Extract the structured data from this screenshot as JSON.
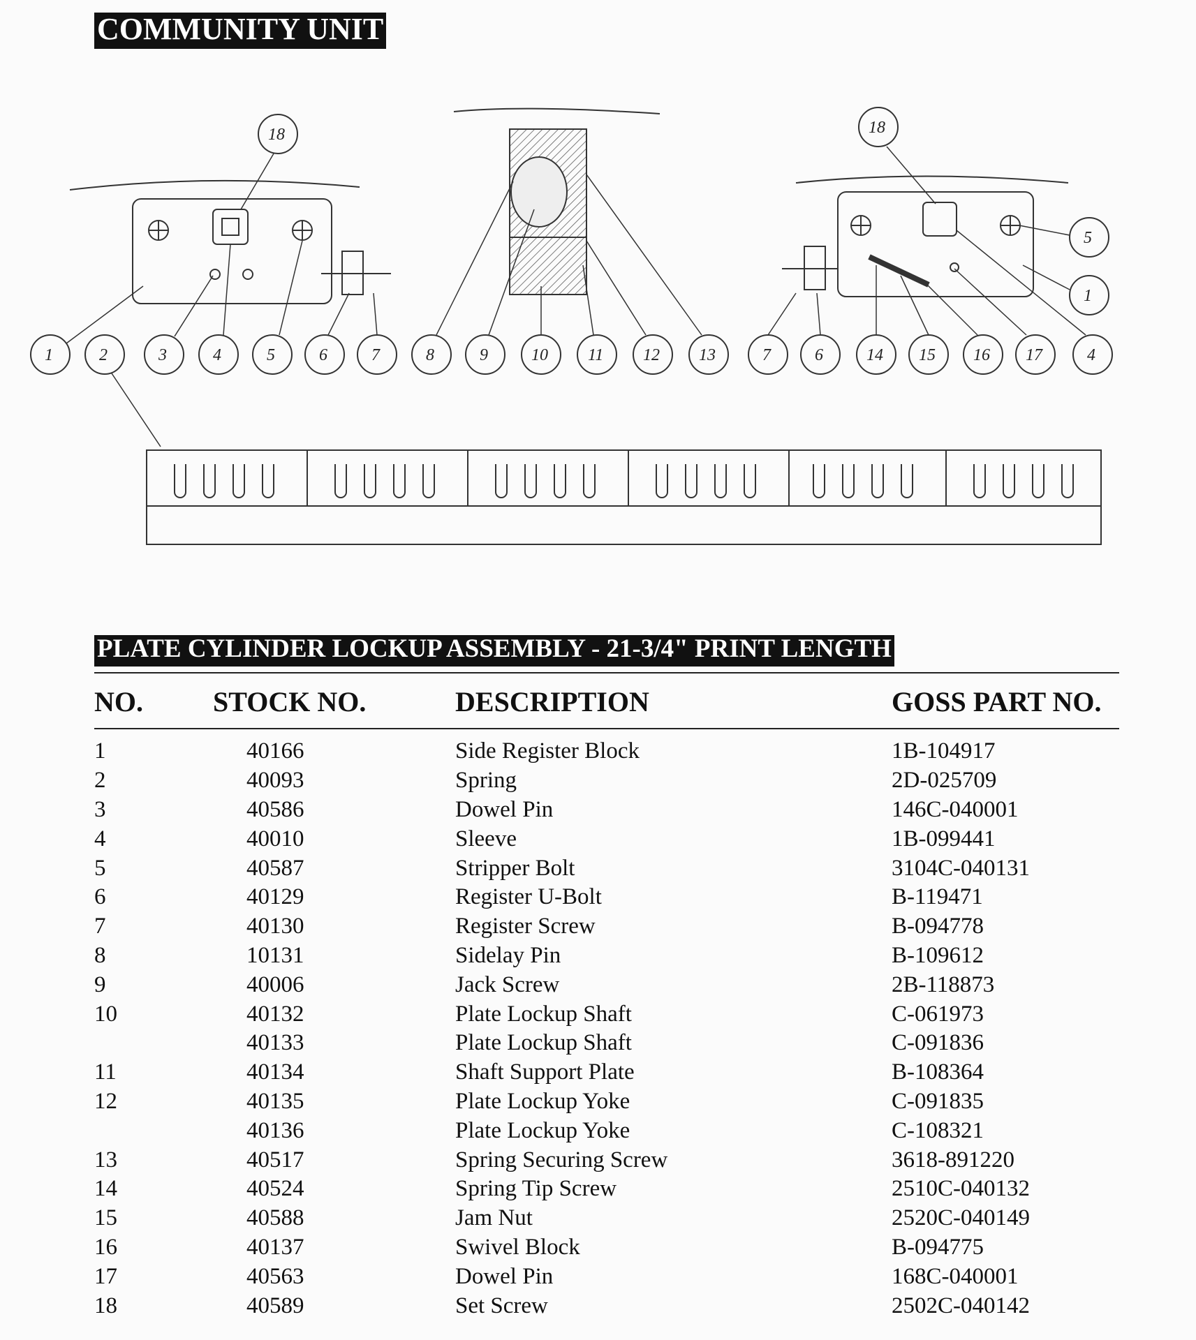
{
  "unit_banner": "COMMUNITY UNIT",
  "assembly_banner": "PLATE CYLINDER LOCKUP ASSEMBLY - 21-3/4\" PRINT LENGTH",
  "diagram": {
    "callouts_row": [
      "1",
      "2",
      "3",
      "4",
      "5",
      "6",
      "7",
      "8",
      "9",
      "10",
      "11",
      "12",
      "13",
      "7",
      "6",
      "14",
      "15",
      "16",
      "17",
      "4"
    ],
    "callout_left_top": "18",
    "callout_right_top": "18",
    "callout_right_side": [
      "5",
      "1"
    ]
  },
  "table": {
    "headers": {
      "no": "NO.",
      "stock": "STOCK NO.",
      "description": "DESCRIPTION",
      "goss": "GOSS PART NO."
    },
    "rows": [
      {
        "no": "1",
        "stock": "40166",
        "description": "Side Register Block",
        "goss": "1B-104917"
      },
      {
        "no": "2",
        "stock": "40093",
        "description": "Spring",
        "goss": "2D-025709"
      },
      {
        "no": "3",
        "stock": "40586",
        "description": "Dowel Pin",
        "goss": "146C-040001"
      },
      {
        "no": "4",
        "stock": "40010",
        "description": "Sleeve",
        "goss": "1B-099441"
      },
      {
        "no": "5",
        "stock": "40587",
        "description": "Stripper Bolt",
        "goss": "3104C-040131"
      },
      {
        "no": "6",
        "stock": "40129",
        "description": "Register U-Bolt",
        "goss": "B-119471"
      },
      {
        "no": "7",
        "stock": "40130",
        "description": "Register Screw",
        "goss": "B-094778"
      },
      {
        "no": "8",
        "stock": "10131",
        "description": "Sidelay Pin",
        "goss": "B-109612"
      },
      {
        "no": "9",
        "stock": "40006",
        "description": "Jack Screw",
        "goss": "2B-118873"
      },
      {
        "no": "10",
        "stock": "40132",
        "description": "Plate Lockup Shaft",
        "goss": "C-061973"
      },
      {
        "no": "",
        "stock": "40133",
        "description": "Plate Lockup Shaft",
        "goss": "C-091836"
      },
      {
        "no": "11",
        "stock": "40134",
        "description": "Shaft Support Plate",
        "goss": "B-108364"
      },
      {
        "no": "12",
        "stock": "40135",
        "description": "Plate Lockup Yoke",
        "goss": "C-091835"
      },
      {
        "no": "",
        "stock": "40136",
        "description": "Plate Lockup Yoke",
        "goss": "C-108321"
      },
      {
        "no": "13",
        "stock": "40517",
        "description": "Spring Securing Screw",
        "goss": "3618-891220"
      },
      {
        "no": "14",
        "stock": "40524",
        "description": "Spring Tip Screw",
        "goss": "2510C-040132"
      },
      {
        "no": "15",
        "stock": "40588",
        "description": "Jam Nut",
        "goss": "2520C-040149"
      },
      {
        "no": "16",
        "stock": "40137",
        "description": "Swivel Block",
        "goss": "B-094775"
      },
      {
        "no": "17",
        "stock": "40563",
        "description": "Dowel Pin",
        "goss": "168C-040001"
      },
      {
        "no": "18",
        "stock": "40589",
        "description": "Set Screw",
        "goss": "2502C-040142"
      }
    ]
  }
}
